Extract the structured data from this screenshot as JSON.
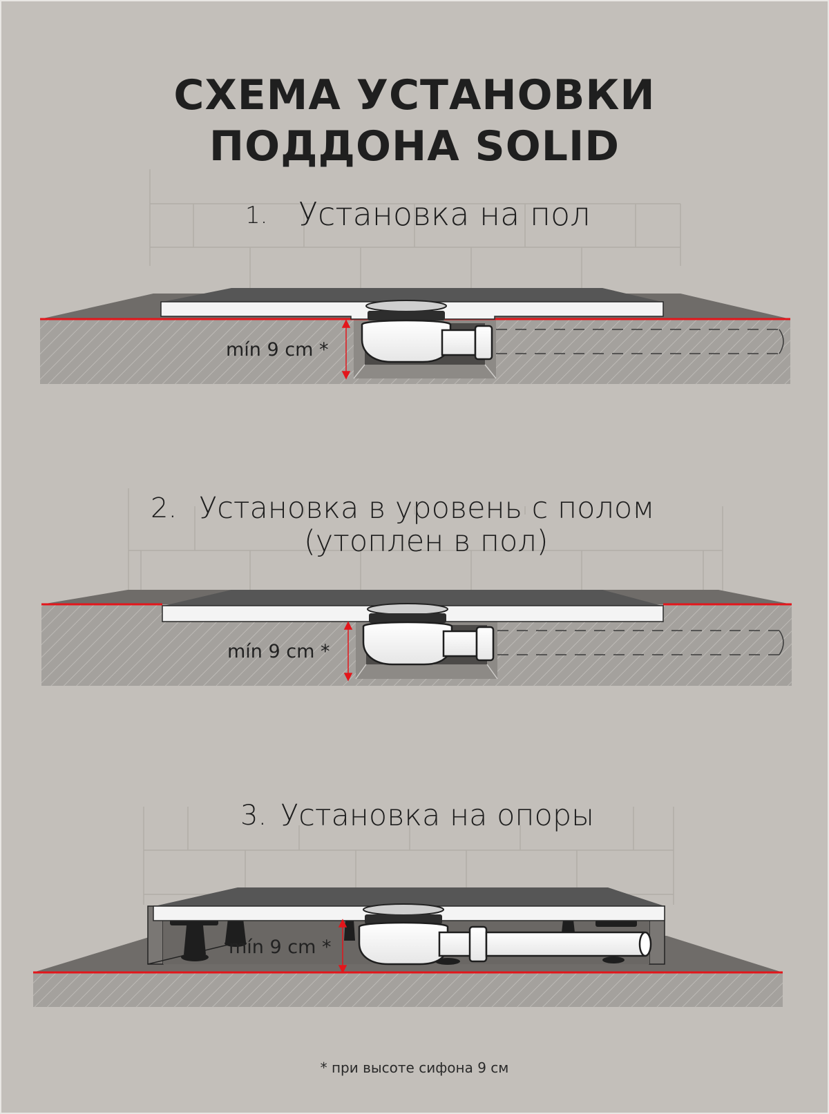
{
  "title": {
    "line1": "СХЕМА УСТАНОВКИ",
    "line2": "ПОДДОНА SOLID"
  },
  "sections": [
    {
      "number": "1.",
      "heading": "Установка на пол",
      "subheading": "",
      "dimension_label": "mín 9 cm *"
    },
    {
      "number": "2.",
      "heading": "Установка в уровень с полом",
      "subheading": "(утоплен в пол)",
      "dimension_label": "mín 9 cm *"
    },
    {
      "number": "3.",
      "heading": "Установка на опоры",
      "subheading": "",
      "dimension_label": "mín 9 cm *"
    }
  ],
  "footnote": "* при высоте сифона 9 см",
  "colors": {
    "background": "#c3bfba",
    "floor_line": "#e3161b",
    "tray_surface": "#585858",
    "tray_edge": "#f4f4f4",
    "concrete": "#a3a09c",
    "brick_line": "#b0aca7",
    "dimension_arrow": "#e3161b"
  }
}
